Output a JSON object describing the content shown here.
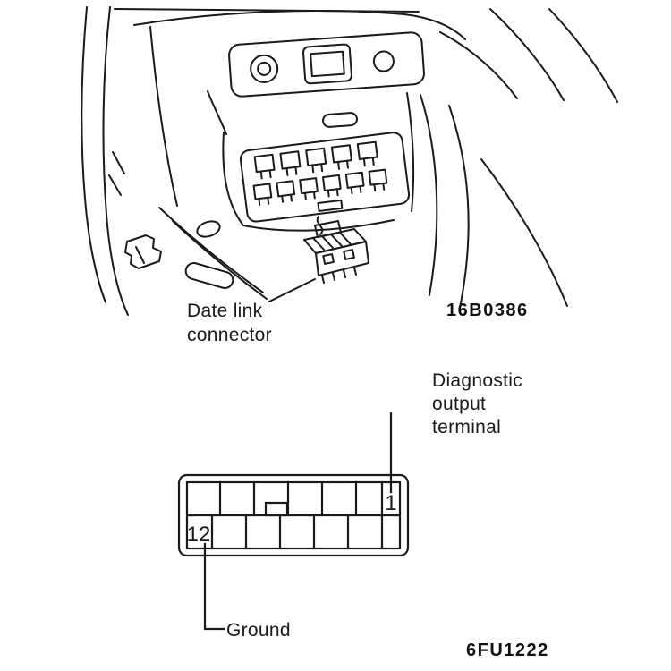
{
  "colors": {
    "ink": "#1a1a1a",
    "background": "#ffffff"
  },
  "upper_figure": {
    "callout": [
      "Date link",
      "connector"
    ],
    "figure_code": "16B0386"
  },
  "pinout_figure": {
    "diagnostic_label": [
      "Diagnostic",
      "output",
      "terminal"
    ],
    "pins": {
      "top_right": "1",
      "bottom_left": "12"
    },
    "ground_label": "Ground",
    "figure_code": "6FU1222"
  }
}
